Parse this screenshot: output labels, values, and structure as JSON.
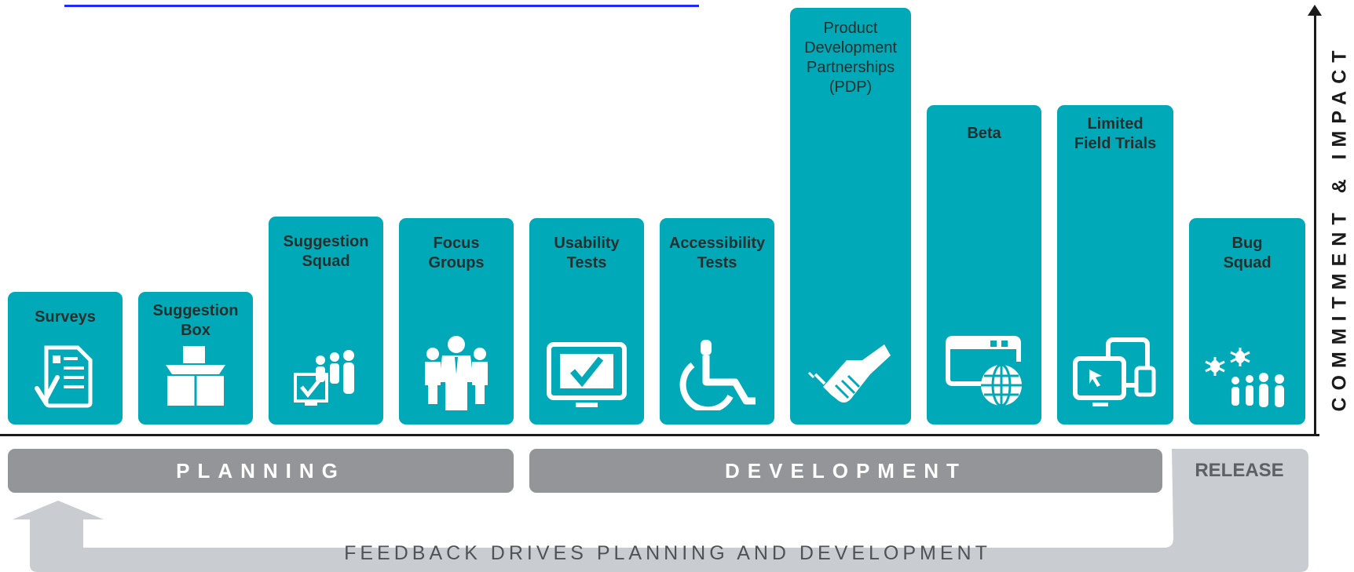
{
  "axis": {
    "label": "COMMITMENT & IMPACT"
  },
  "cards": [
    {
      "label": "Surveys",
      "icon": "survey-form-icon"
    },
    {
      "label": "Suggestion\nBox",
      "icon": "suggestion-box-icon"
    },
    {
      "label": "Suggestion\nSquad",
      "icon": "squad-voting-icon"
    },
    {
      "label": "Focus\nGroups",
      "icon": "group-people-icon"
    },
    {
      "label": "Usability\nTests",
      "icon": "monitor-check-icon"
    },
    {
      "label": "Accessibility\nTests",
      "icon": "wheelchair-icon"
    },
    {
      "label": "Product\nDevelopment\nPartnerships\n(PDP)",
      "icon": "handshake-icon"
    },
    {
      "label": "Beta",
      "icon": "browser-globe-icon"
    },
    {
      "label": "Limited\nField Trials",
      "icon": "devices-icon"
    },
    {
      "label": "Bug\nSquad",
      "icon": "bug-squad-icon"
    }
  ],
  "phases": {
    "planning": "PLANNING",
    "development": "DEVELOPMENT",
    "release": "RELEASE"
  },
  "feedback": {
    "label": "FEEDBACK DRIVES PLANNING AND DEVELOPMENT"
  },
  "colors": {
    "card": "#00a9b8",
    "phase": "#939598",
    "release": "#c9cdd1",
    "feedback": "#c9cdd1"
  }
}
